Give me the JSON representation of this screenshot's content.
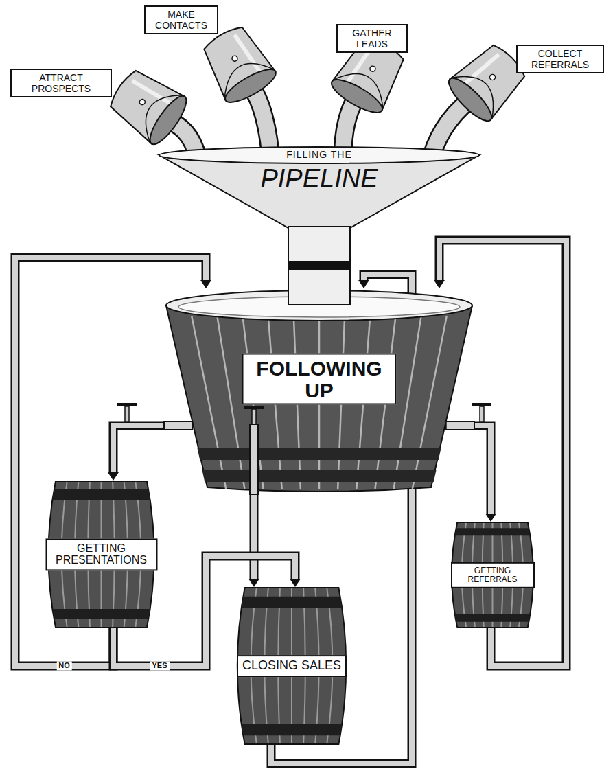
{
  "diagram": {
    "nodes": [
      {
        "text": [
          "ATTRACT PROSPECTS"
        ]
      },
      {
        "text": [
          "MAKE CONTACTS"
        ]
      },
      {
        "text": [
          "GATHER LEADS"
        ]
      },
      {
        "text": [
          "COLLECT REFERRALS"
        ]
      },
      {
        "text": [
          "FILLING THE",
          "PIPELINE"
        ]
      },
      {
        "text": [
          "FOLLOWING UP"
        ]
      },
      {
        "text": [
          "GETTING PRESENTATIONS"
        ]
      },
      {
        "text": [
          "CLOSING SALES"
        ]
      },
      {
        "text": [
          "GETTING REFERRALS"
        ]
      }
    ],
    "edges": [
      {
        "from": 5,
        "to": 6,
        "arrow": "to"
      },
      {
        "from": 5,
        "to": 7,
        "arrow": "to"
      },
      {
        "from": 5,
        "to": 8,
        "arrow": "to"
      },
      {
        "from": 6,
        "to": 5,
        "label": "NO",
        "arrow": "to"
      },
      {
        "from": 6,
        "to": 7,
        "label": "YES",
        "arrow": "to"
      },
      {
        "from": 7,
        "to": 5,
        "arrow": "to"
      },
      {
        "from": 8,
        "to": 5,
        "arrow": "to"
      }
    ]
  }
}
